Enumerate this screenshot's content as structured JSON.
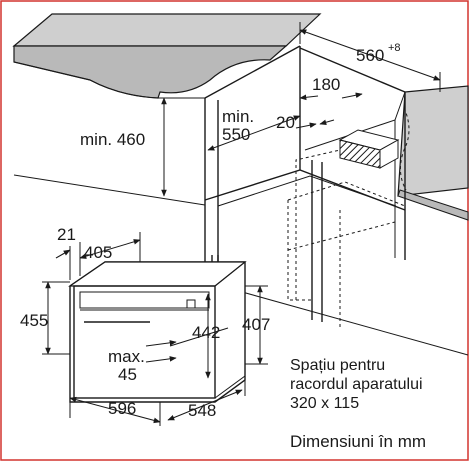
{
  "dimensions": {
    "width_counter": "560",
    "width_counter_tol": "+8",
    "depth_180": "180",
    "depth_20": "20",
    "min_label": "min.",
    "min_550": "550",
    "min_460": "min. 460",
    "oven_21": "21",
    "oven_405": "405",
    "oven_455": "455",
    "oven_442": "442",
    "oven_407": "407",
    "max_label": "max.",
    "max_45": "45",
    "oven_596": "596",
    "oven_548": "548"
  },
  "note": {
    "line1": "Spațiu pentru",
    "line2": "racordul aparatului",
    "line3": "320 x 115"
  },
  "footer": "Dimensiuni în mm",
  "colors": {
    "frame": "#d2342f",
    "counter": "#c8c8c8",
    "ink": "#1a1a1a"
  }
}
